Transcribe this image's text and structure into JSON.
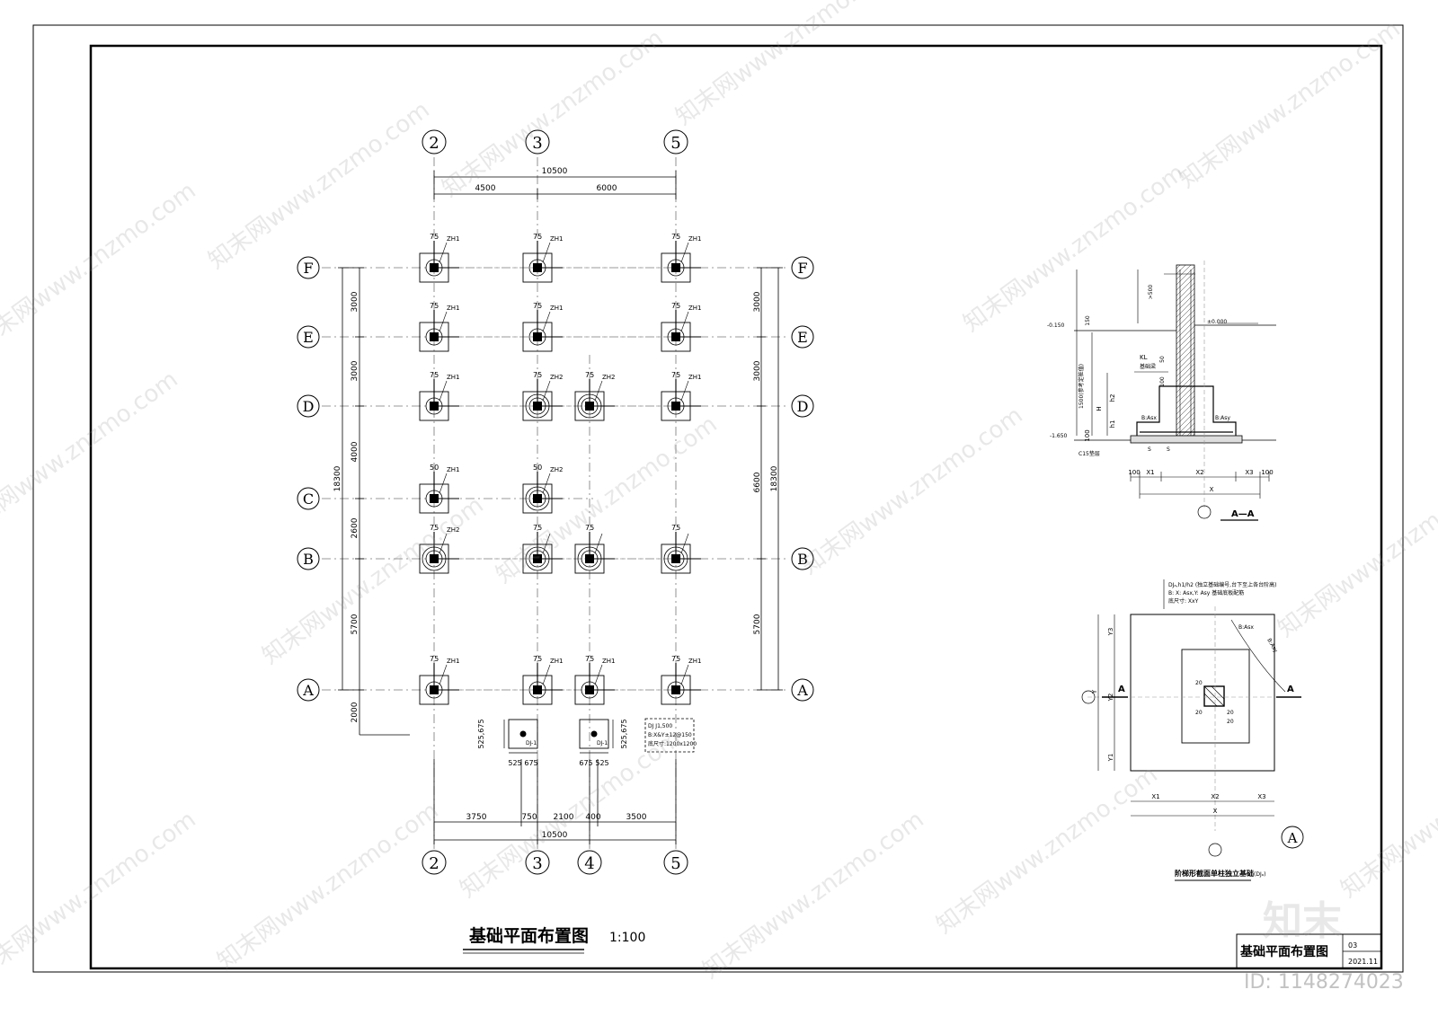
{
  "plan": {
    "title": "基础平面布置图",
    "scale": "1:100",
    "axis_top": [
      "2",
      "3",
      "5"
    ],
    "axis_bottom": [
      "2",
      "3",
      "4",
      "5"
    ],
    "axis_rows": [
      "F",
      "E",
      "D",
      "C",
      "B",
      "A"
    ],
    "dim_top_total": "10500",
    "dim_top_parts": [
      "4500",
      "6000"
    ],
    "dim_bottom_total": "10500",
    "dim_bottom_parts": [
      "3750",
      "750",
      "2100",
      "400",
      "3500"
    ],
    "dim_left_parts": [
      "3000",
      "3000",
      "4000",
      "2600",
      "5700",
      "2000"
    ],
    "dim_left_total": "18300",
    "dim_right_parts": [
      "3000",
      "3000",
      "6600",
      "5700"
    ],
    "dim_right_total": "18300",
    "pile_labels": {
      "zh1": "ZH1",
      "zh2": "ZH2",
      "off75": "75",
      "off50": "50",
      "dj": "DJ-1"
    },
    "dj_dims": [
      "525",
      "675",
      "675",
      "525",
      "525,675",
      "525,675"
    ],
    "dj_note": [
      "DJ J1,500",
      "B:X&Y±12@150",
      "底尺寸:1200x1200"
    ]
  },
  "section_aa": {
    "title": "A—A",
    "elev_top": "±0.000",
    "elev_left": "-0.150",
    "elev_bottom": "-1.650",
    "dims": [
      "150",
      "1500(参考定桩值)",
      "H",
      "h2",
      "h1",
      "100",
      "50",
      "100",
      ">500"
    ],
    "bottom_dims": [
      "100",
      "X1",
      "X2",
      "X3",
      "100",
      "X"
    ],
    "labels": [
      "B:Asx",
      "B:Asy",
      "C15垫层",
      "KL",
      "基础梁",
      "S",
      "S"
    ]
  },
  "detail_a": {
    "legend": [
      "DJₐ,h1/h2 (独立基础编号,台下至上各台阶高)",
      "B: X: Asx,Y: Asy  基础底板配筋",
      "底尺寸: XxY"
    ],
    "y_dims": [
      "Y3",
      "Y2",
      "Y1",
      "Y"
    ],
    "x_dims": [
      "X1",
      "X2",
      "X3",
      "X"
    ],
    "section_marks": [
      "A",
      "A"
    ],
    "rebar_labels": [
      "B:Asx",
      "B:Asy",
      "20",
      "20",
      "20",
      "20"
    ],
    "caption": "阶梯形截面单柱独立基础",
    "caption_code": "(DJₐ)",
    "circle_label": "A"
  },
  "title_block": {
    "drawing_name": "基础平面布置图",
    "sheet_no": "03",
    "date": "2021.11"
  },
  "watermark": {
    "text": "知末网www.znzmo.com",
    "logo": "知末",
    "id": "ID: 1148274023"
  }
}
